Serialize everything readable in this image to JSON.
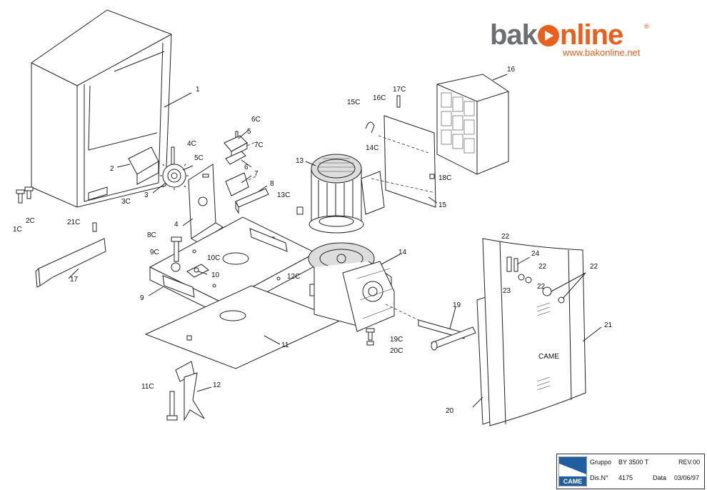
{
  "logo": {
    "brand_left": "bak",
    "brand_right": "nline",
    "url": "www.bakonline.net",
    "icon": "arrow-circle-icon",
    "colors": {
      "gray": "#6d6e71",
      "orange": "#e8601c"
    }
  },
  "title_block": {
    "group_label": "Gruppo",
    "group_value": "BY 3500 T",
    "rev": "REV.00",
    "dis_label": "Dis.N°",
    "dis_value": "4175",
    "date_label": "Data",
    "date_value": "03/06/97",
    "maker_logo_text": "CAME"
  },
  "panel_mark_text": "CAME",
  "part_labels": [
    "1",
    "2",
    "3",
    "4",
    "5",
    "6",
    "7",
    "8",
    "9",
    "10",
    "11",
    "12",
    "13",
    "14",
    "15",
    "16",
    "17",
    "19",
    "20",
    "21",
    "22",
    "23",
    "24",
    "1C",
    "2C",
    "3C",
    "4C",
    "5C",
    "6C",
    "7C",
    "8C",
    "9C",
    "10C",
    "11C",
    "12C",
    "13C",
    "14C",
    "15C",
    "16C",
    "17C",
    "18C",
    "19C",
    "20C",
    "21C"
  ]
}
